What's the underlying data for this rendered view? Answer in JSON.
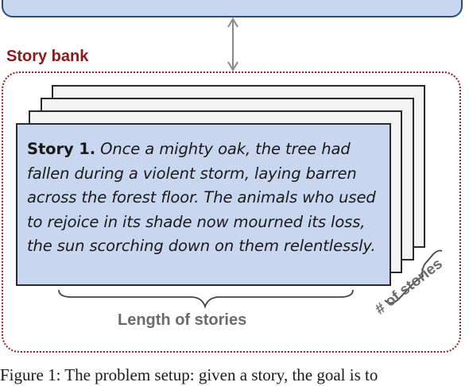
{
  "section_title": "Story bank",
  "story": {
    "label": "Story 1.",
    "text": "Once a mighty oak, the tree had fallen during a violent storm, laying barren across the forest floor. The animals who used to rejoice in its shade now mourned its loss, the sun scorching down on them relentlessly."
  },
  "length_label": "Length of stories",
  "count_label": "# of stories",
  "caption": "Figure 1: The problem setup: given a story, the goal is to"
}
